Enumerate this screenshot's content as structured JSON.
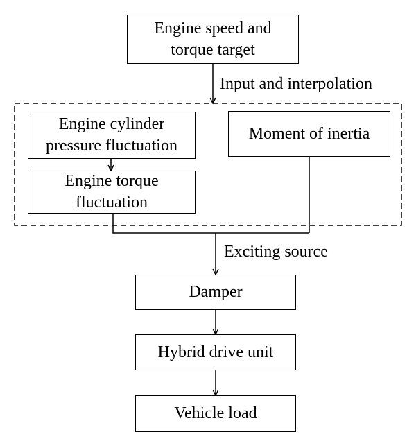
{
  "diagram": {
    "top_box": {
      "line1": "Engine speed and",
      "line2": "torque target"
    },
    "edge_top": "Input and interpolation",
    "cyl_box": {
      "line1": "Engine cylinder",
      "line2": "pressure fluctuation"
    },
    "torque_box": {
      "line1": "Engine torque",
      "line2": "fluctuation"
    },
    "inertia_box": "Moment of inertia",
    "edge_source": "Exciting source",
    "damper_box": "Damper",
    "hybrid_box": "Hybrid drive unit",
    "vehicle_box": "Vehicle load"
  }
}
